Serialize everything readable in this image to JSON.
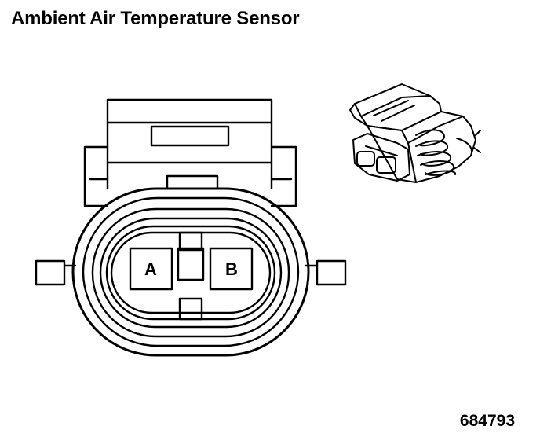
{
  "title": "Ambient Air Temperature Sensor",
  "figure_id": "684793",
  "connector": {
    "pins": [
      {
        "label": "A"
      },
      {
        "label": "B"
      }
    ]
  },
  "colors": {
    "line": "#000000",
    "background": "#ffffff"
  }
}
